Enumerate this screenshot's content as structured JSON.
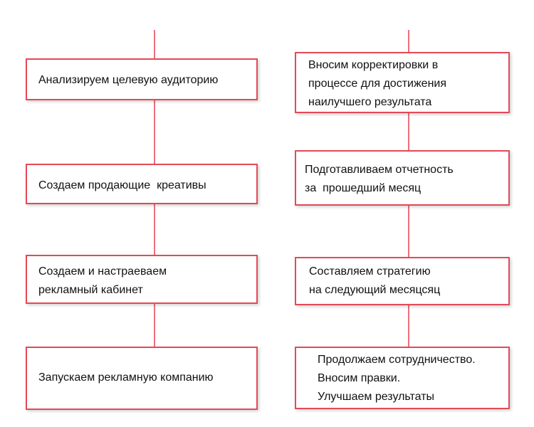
{
  "colors": {
    "connector": "#f06f7c",
    "box_border": "#e24a57",
    "text": "#111111"
  },
  "left_column": {
    "steps": [
      {
        "text": "Анализируем целевую аудиторию"
      },
      {
        "text": "Создаем продающие  креативы"
      },
      {
        "text": "Создаем и настраеваем\nрекламный кабинет"
      },
      {
        "text": "Запускаем рекламную компанию"
      }
    ]
  },
  "right_column": {
    "steps": [
      {
        "text": "Вносим корректировки в\nпроцессе для достижения\nнаилучшего результата"
      },
      {
        "text": "Подготавливаем отчетность\nза  прошедший месяц"
      },
      {
        "text": "Составляем стратегию\nна следующий месяцсяц"
      },
      {
        "text": "Продолжаем сотрудничество.\nВносим правки.\nУлучшаем результаты"
      }
    ]
  }
}
